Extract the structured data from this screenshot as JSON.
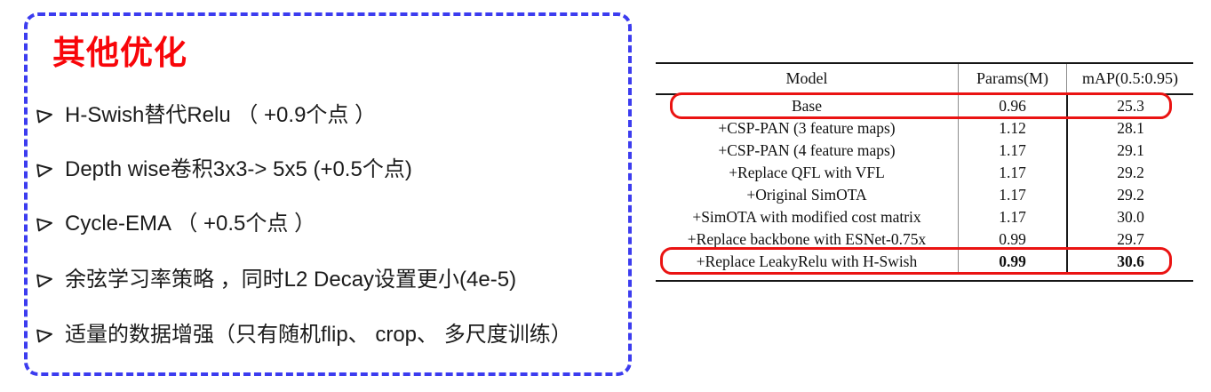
{
  "panel": {
    "title": "其他优化",
    "title_color": "#f80509",
    "border_color": "#3c3cef",
    "bullets": [
      "H-Swish替代Relu （ +0.9个点 ）",
      "Depth wise卷积3x3-> 5x5 (+0.5个点)",
      "Cycle-EMA  （ +0.5个点 ）",
      "余弦学习率策略 ，同时L2 Decay设置更小(4e-5)",
      "适量的数据增强（只有随机flip、 crop、 多尺度训练）"
    ]
  },
  "table": {
    "headers": [
      "Model",
      "Params(M)",
      "mAP(0.5:0.95)"
    ],
    "highlight_color": "#ea1312",
    "rows": [
      {
        "model": "Base",
        "params": "0.96",
        "map": "25.3",
        "highlighted": true
      },
      {
        "model": "+CSP-PAN (3 feature maps)",
        "params": "1.12",
        "map": "28.1"
      },
      {
        "model": "+CSP-PAN (4 feature maps)",
        "params": "1.17",
        "map": "29.1"
      },
      {
        "model": "+Replace QFL with VFL",
        "params": "1.17",
        "map": "29.2"
      },
      {
        "model": "+Original SimOTA",
        "params": "1.17",
        "map": "29.2"
      },
      {
        "model": "+SimOTA with modified cost matrix",
        "params": "1.17",
        "map": "30.0"
      },
      {
        "model": "+Replace backbone with ESNet-0.75x",
        "params": "0.99",
        "map": "29.7"
      },
      {
        "model": "+Replace LeakyRelu with H-Swish",
        "params": "0.99",
        "map": "30.6",
        "highlighted": true,
        "bold_values": true
      }
    ]
  }
}
